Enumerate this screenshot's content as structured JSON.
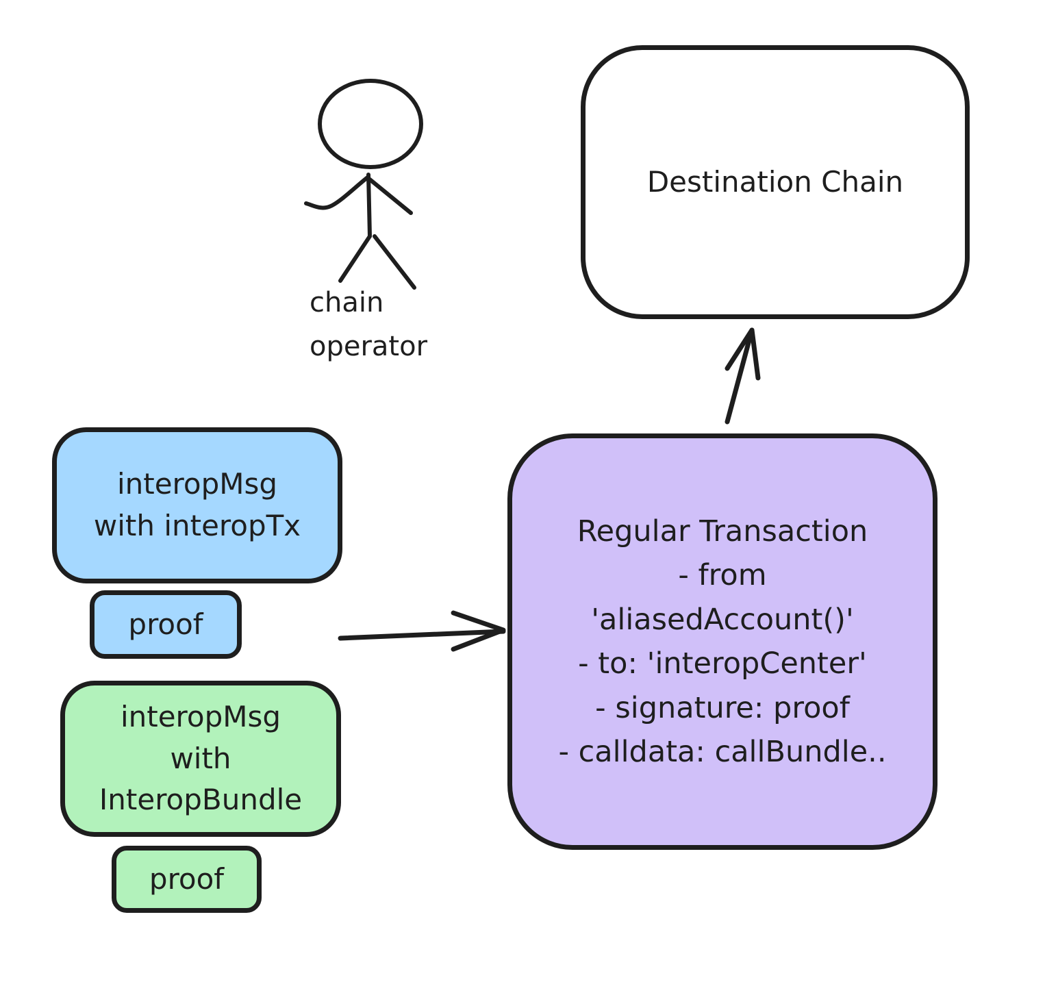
{
  "colors": {
    "stroke": "#1e1e1e",
    "interop_tx_fill": "#a5d8ff",
    "interop_bundle_fill": "#b2f2bb",
    "regular_tx_fill": "#d0c0f9",
    "destination_fill": "#ffffff"
  },
  "actor": {
    "icon": "stick-figure-icon",
    "label_lines": [
      "chain",
      "operator"
    ]
  },
  "destination": {
    "title": "Destination Chain"
  },
  "interop_tx": {
    "lines": [
      "interopMsg",
      "with interopTx"
    ],
    "proof_label": "proof"
  },
  "interop_bundle": {
    "lines": [
      "interopMsg",
      "with",
      "InteropBundle"
    ],
    "proof_label": "proof"
  },
  "regular_tx": {
    "lines": [
      "Regular Transaction",
      "- from",
      "'aliasedAccount()'",
      "- to: 'interopCenter'",
      "- signature: proof",
      "- calldata: callBundle.."
    ]
  }
}
